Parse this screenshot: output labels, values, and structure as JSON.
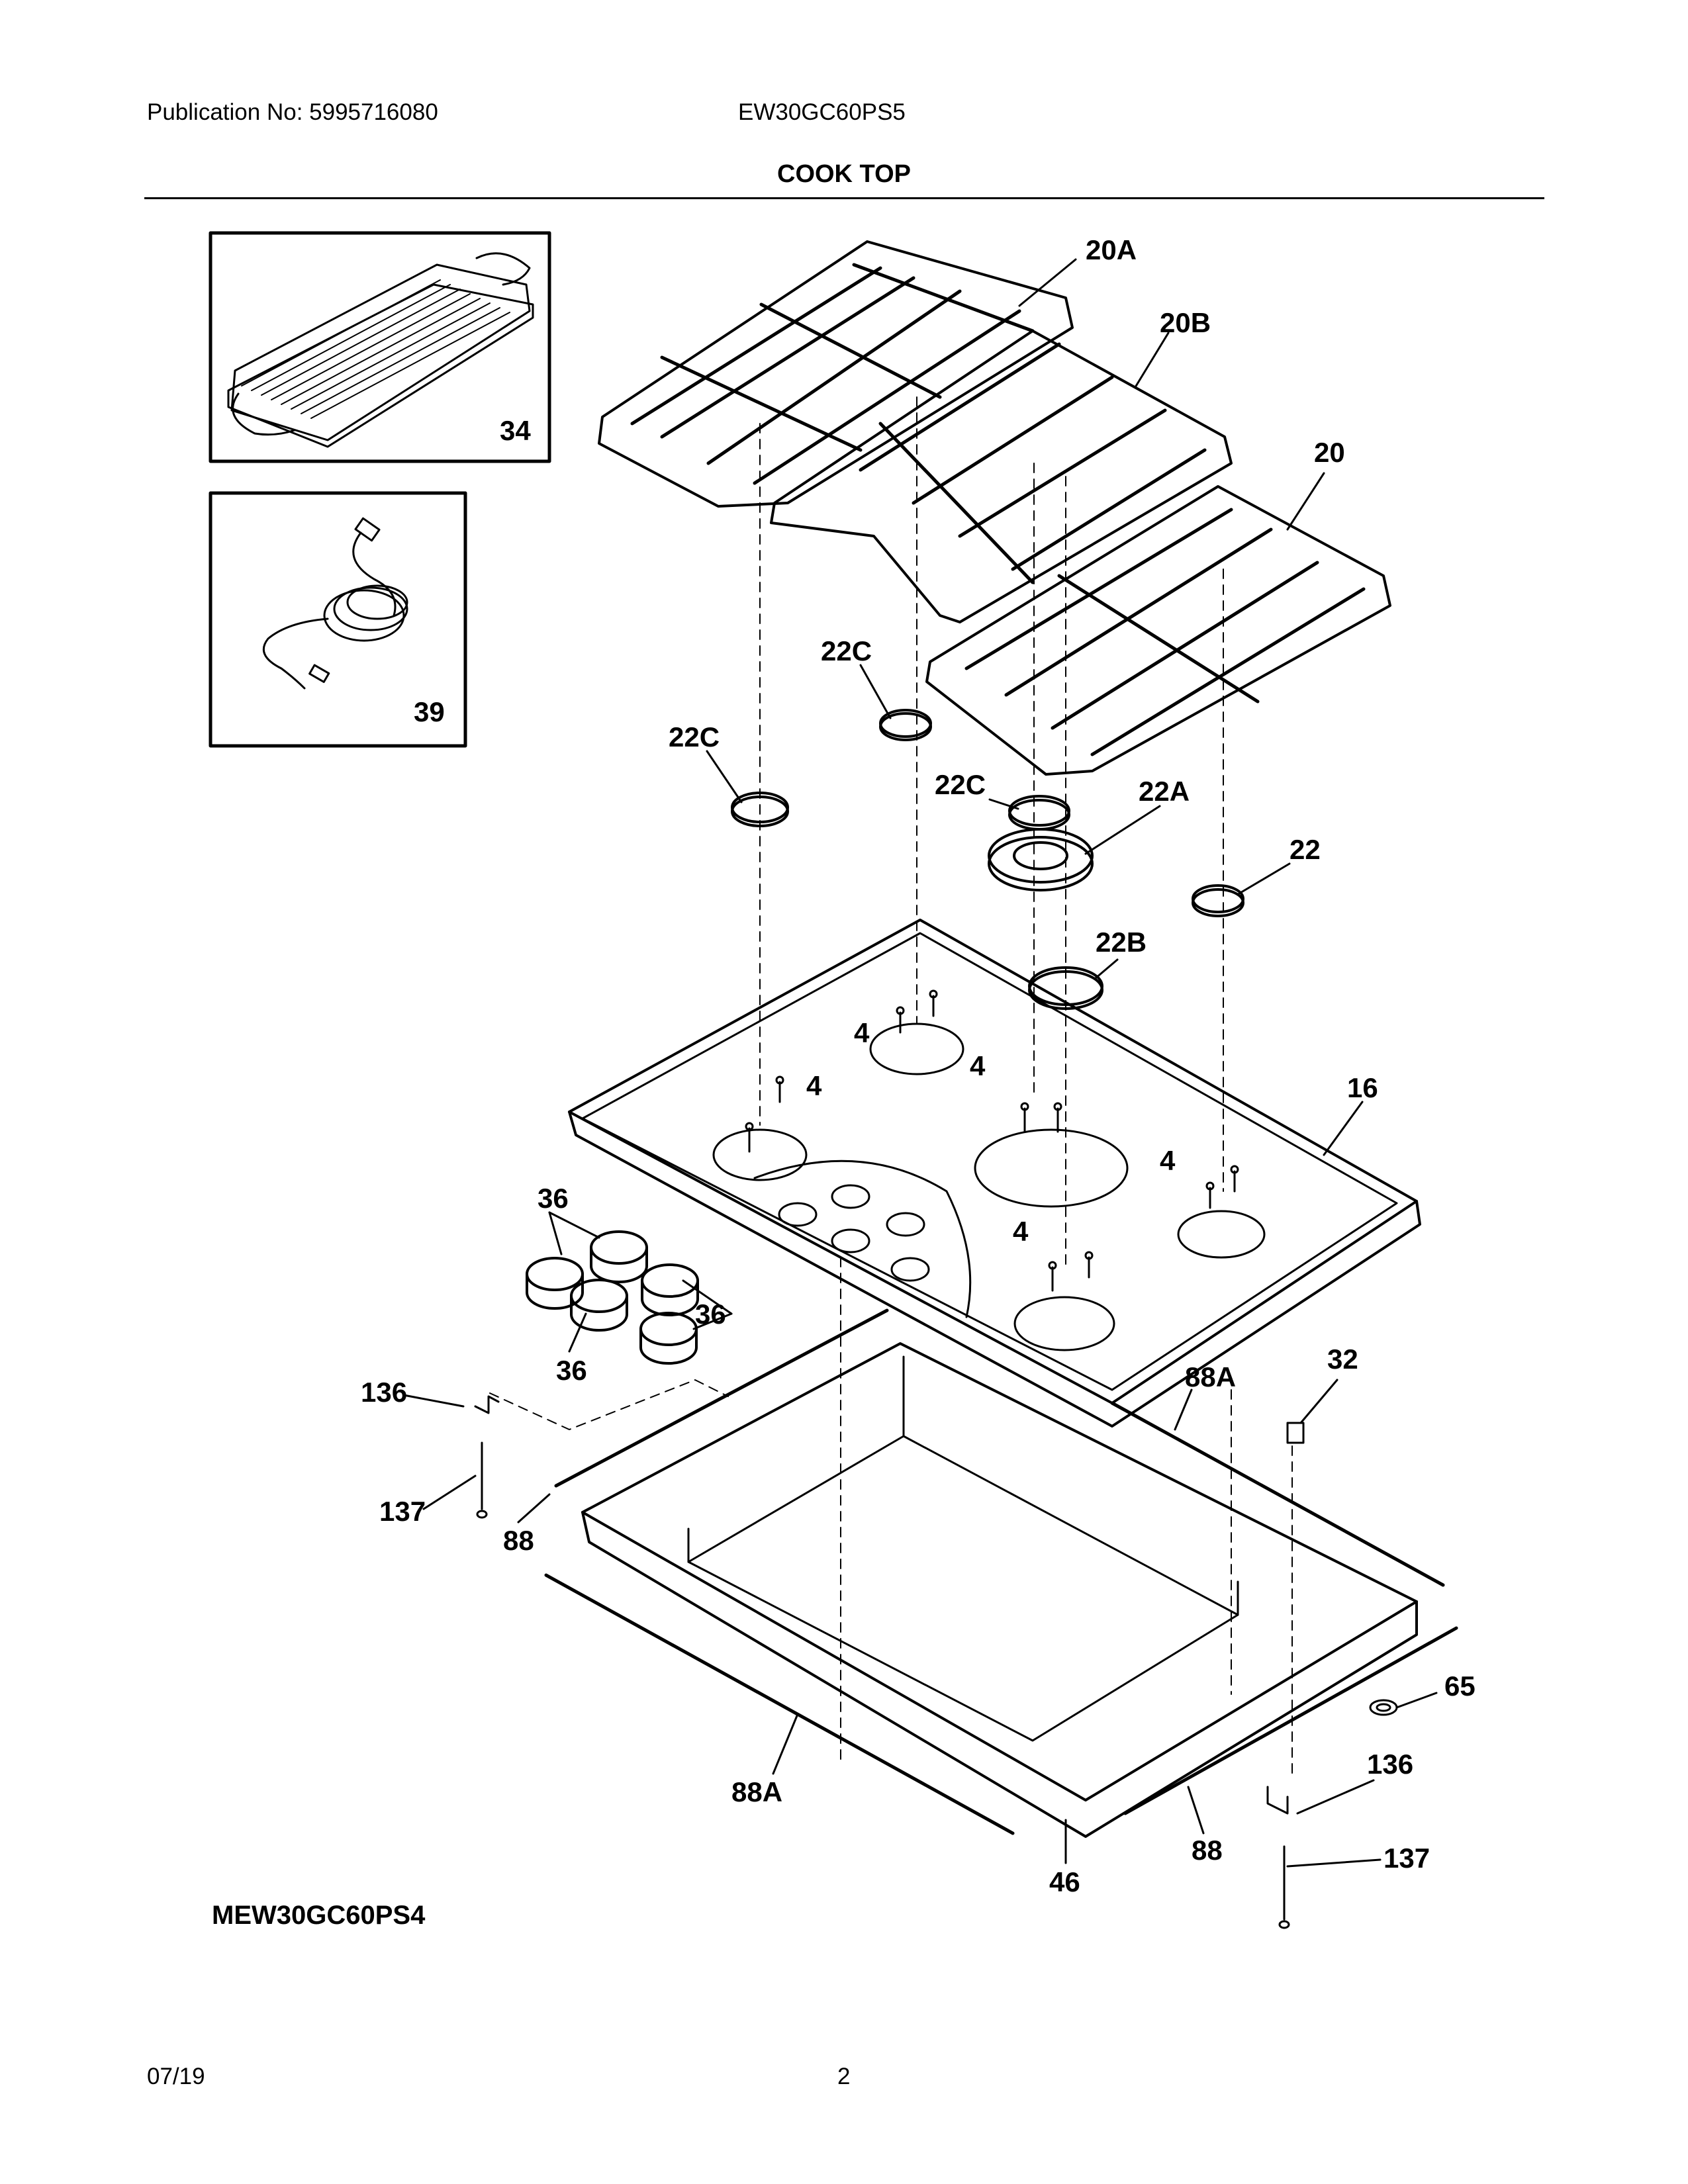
{
  "header": {
    "publication": "Publication No: 5995716080",
    "model": "EW30GC60PS5",
    "section_title": "COOK TOP"
  },
  "callouts": {
    "griddle": "34",
    "power_cord": "39",
    "grate_left": "20A",
    "grate_center": "20B",
    "grate_right": "20",
    "cap_22c_center": "22C",
    "cap_22c_left": "22C",
    "cap_22c_right": "22C",
    "burner_head_22a": "22A",
    "cap_22": "22",
    "cap_22b": "22B",
    "cooktop_16": "16",
    "screw_4_a": "4",
    "screw_4_b": "4",
    "screw_4_c": "4",
    "screw_4_d": "4",
    "screw_4_e": "4",
    "knob_36_a": "36",
    "knob_36_b": "36",
    "knob_36_c": "36",
    "bracket_136_left": "136",
    "screw_137_left": "137",
    "gasket_88_left": "88",
    "gasket_88a_top": "88A",
    "regulator_32": "32",
    "grommet_65": "65",
    "bracket_136_right": "136",
    "screw_137_right": "137",
    "gasket_88a_bottom": "88A",
    "gasket_88_right": "88",
    "burner_box_46": "46"
  },
  "footer": {
    "variant_model": "MEW30GC60PS4",
    "date": "07/19",
    "page_number": "2"
  }
}
